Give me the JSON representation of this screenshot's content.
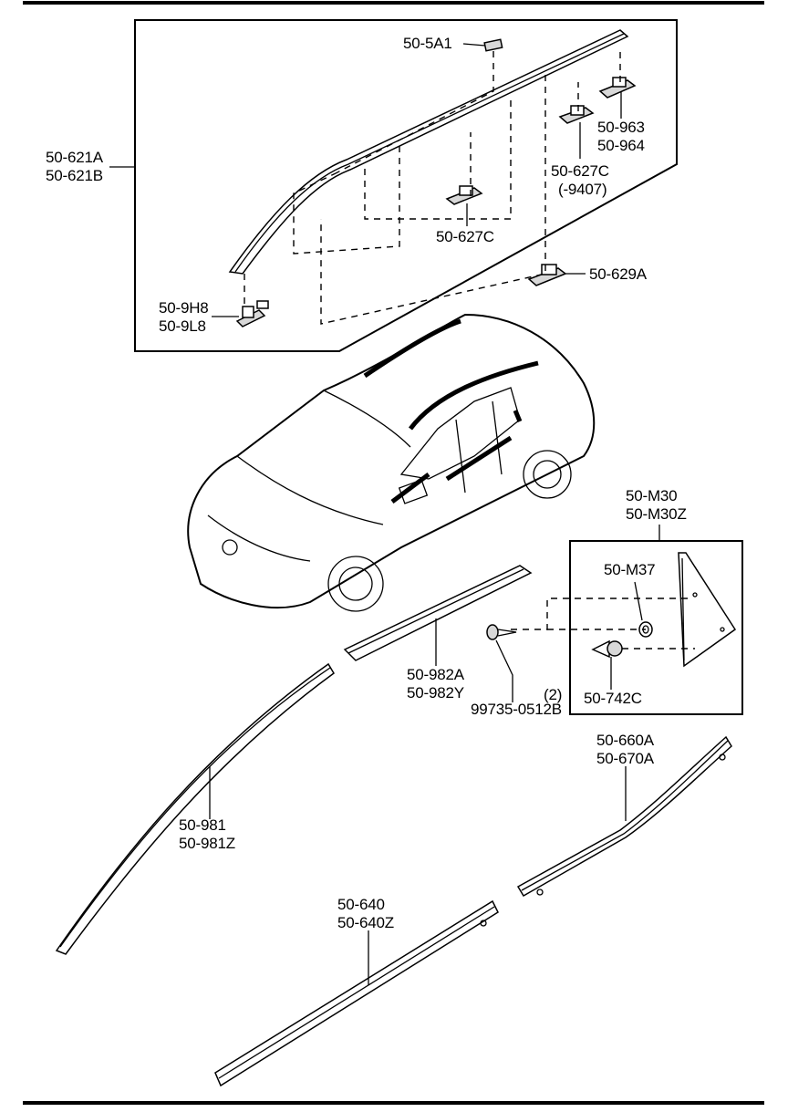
{
  "labels": {
    "p5a1": "50-5A1",
    "p621a": "50-621A",
    "p621b": "50-621B",
    "p963": "50-963",
    "p964": "50-964",
    "p627c_top": "50-627C",
    "p627c_note": "(-9407)",
    "p627c_mid": "50-627C",
    "p629a": "50-629A",
    "p9h8": "50-9H8",
    "p9l8": "50-9L8",
    "pm30": "50-M30",
    "pm30z": "50-M30Z",
    "pm37": "50-M37",
    "p742c": "50-742C",
    "p982a": "50-982A",
    "p982y": "50-982Y",
    "qty": "(2)",
    "p99735": "99735-0512B",
    "p660a": "50-660A",
    "p670a": "50-670A",
    "p981": "50-981",
    "p981z": "50-981Z",
    "p640": "50-640",
    "p640z": "50-640Z"
  }
}
